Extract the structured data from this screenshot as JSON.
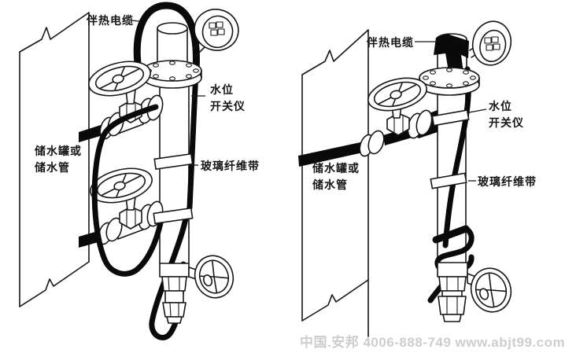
{
  "colors": {
    "line": "#161616",
    "cable": "#0a0a0a",
    "watermark": "#cdcdcd",
    "background": "#ffffff"
  },
  "diagram_left": {
    "labels": {
      "heat_cable": "伴热电缆",
      "water_level_line1": "水位",
      "water_level_line2": "开关仪",
      "tank_line1": "储水罐或",
      "tank_line2": "储水管",
      "fiberglass_tape": "玻璃纤维带"
    }
  },
  "diagram_right": {
    "labels": {
      "heat_cable": "伴热电缆",
      "water_level_line1": "水位",
      "water_level_line2": "开关仪",
      "tank_line1": "储水罐或",
      "tank_line2": "储水管",
      "fiberglass_tape": "玻璃纤维带"
    }
  },
  "watermark": {
    "text": "中国.安邦 4006-888-749 www.abjt99.com"
  }
}
